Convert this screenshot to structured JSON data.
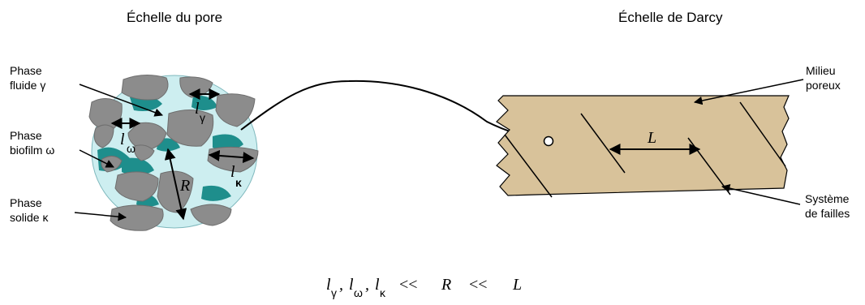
{
  "titles": {
    "pore_scale": "Échelle du pore",
    "darcy_scale": "Échelle de Darcy"
  },
  "labels": {
    "fluid_phase": [
      "Phase",
      "fluide γ"
    ],
    "biofilm_phase": [
      "Phase",
      "biofilm ω"
    ],
    "solid_phase": [
      "Phase",
      "solide κ"
    ],
    "porous_medium": [
      "Milieu",
      "poreux"
    ],
    "fault_system": [
      "Système",
      "de failles"
    ]
  },
  "symbols": {
    "l": "l",
    "gamma": "γ",
    "omega": "ω",
    "kappa": "κ",
    "R": "R",
    "L": "L"
  },
  "relation": {
    "text_l": "l",
    "sub_gamma": "γ",
    "sub_omega": "ω",
    "sub_kappa": "κ",
    "sep": ",",
    "ll1": "<<",
    "R": "R",
    "ll2": "<<",
    "L": "L"
  },
  "colors": {
    "fluid": "#cdeef0",
    "biofilm": "#1e8e8c",
    "solid": "#8c8c8c",
    "porous_medium": "#d8c29a",
    "outline": "#000000"
  }
}
